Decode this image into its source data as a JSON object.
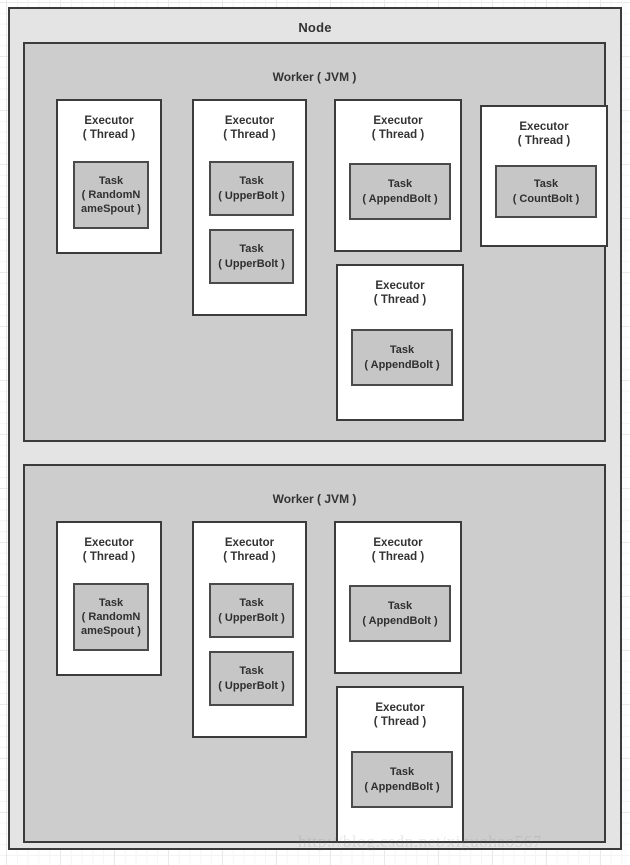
{
  "diagram": {
    "node": {
      "title": "Node"
    },
    "workers": [
      {
        "title": "Worker ( JVM )",
        "executors": [
          {
            "title": "Executor\n( Thread )",
            "tasks": [
              {
                "label": "Task\n( RandomN\nameSpout )"
              }
            ]
          },
          {
            "title": "Executor\n( Thread )",
            "tasks": [
              {
                "label": "Task\n( UpperBolt )"
              },
              {
                "label": "Task\n( UpperBolt )"
              }
            ]
          },
          {
            "title": "Executor\n( Thread )",
            "tasks": [
              {
                "label": "Task\n( AppendBolt )"
              }
            ]
          },
          {
            "title": "Executor\n( Thread )",
            "tasks": [
              {
                "label": "Task\n( CountBolt )"
              }
            ]
          },
          {
            "title": "Executor\n( Thread )",
            "tasks": [
              {
                "label": "Task\n( AppendBolt )"
              }
            ]
          }
        ]
      },
      {
        "title": "Worker ( JVM )",
        "executors": [
          {
            "title": "Executor\n( Thread )",
            "tasks": [
              {
                "label": "Task\n( RandomN\nameSpout )"
              }
            ]
          },
          {
            "title": "Executor\n( Thread )",
            "tasks": [
              {
                "label": "Task\n( UpperBolt )"
              },
              {
                "label": "Task\n( UpperBolt )"
              }
            ]
          },
          {
            "title": "Executor\n( Thread )",
            "tasks": [
              {
                "label": "Task\n( AppendBolt )"
              }
            ]
          },
          {
            "title": "Executor\n( Thread )",
            "tasks": [
              {
                "label": "Task\n( AppendBolt )"
              }
            ]
          }
        ]
      }
    ],
    "watermark": "http://blog.csdn.net/xiguohao567",
    "colors": {
      "node_fill": "#e4e4e4",
      "worker_fill": "#cdcdcd",
      "executor_fill": "#ffffff",
      "task_fill": "#c6c6c6",
      "stroke": "#3b3b3b",
      "text": "#333333"
    }
  }
}
